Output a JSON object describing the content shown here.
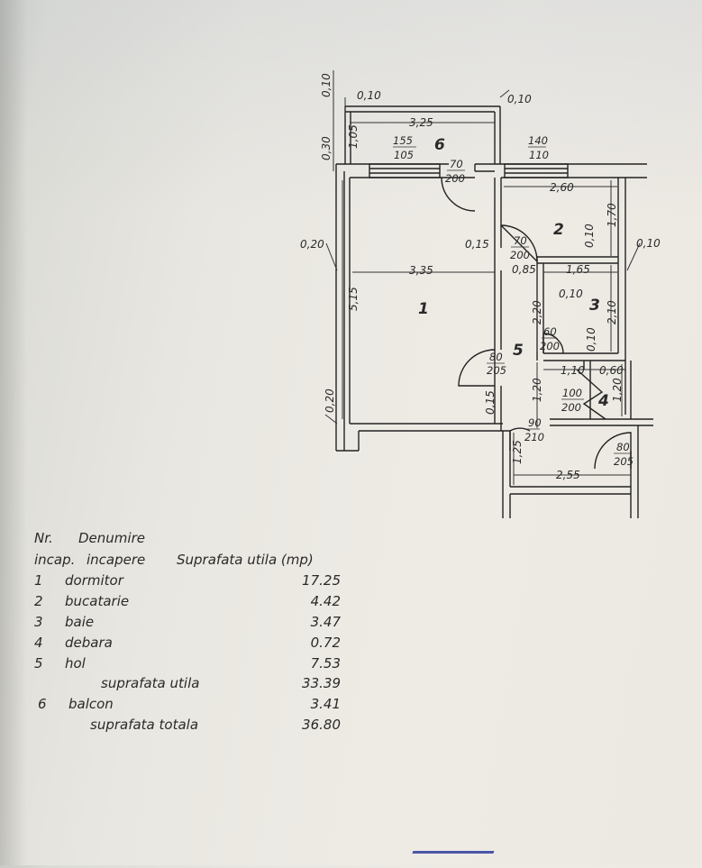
{
  "plan": {
    "room_numbers": [
      "1",
      "2",
      "3",
      "4",
      "5",
      "6"
    ],
    "dimensions": {
      "balcony_top_left": "0,10",
      "balcony_left_post": "0,10",
      "balcony_top_right": "0,10",
      "balcony_width": "3,25",
      "balcony_depth": "1,05",
      "balcony_wall": "0,30",
      "room1_left_wall": "0,20",
      "room1_width": "3,35",
      "room1_length": "5,15",
      "room1_bottom_wall": "0,20",
      "partition_1_5": "0,15",
      "partition_1_5_lower": "0,15",
      "kitchen_width": "2,60",
      "kitchen_depth": "1,70",
      "kitchen_partition": "0,10",
      "right_wall": "0,10",
      "hall_offset": "0,85",
      "bath_width": "1,65",
      "bath_wall_inner": "0,10",
      "bath_length": "2,10",
      "bath_partition": "0,10",
      "hall_length": "2,20",
      "hall_segment": "1,20",
      "storage_width": "1,10",
      "storage_depth": "0,60",
      "storage_length": "1,20",
      "entry_width": "2,55",
      "entry_depth": "1,25"
    },
    "openings": {
      "window_room1": {
        "w": "155",
        "h": "105"
      },
      "window_kitchen": {
        "w": "140",
        "h": "110"
      },
      "door_balcony": {
        "w": "70",
        "h": "200"
      },
      "door_kitchen": {
        "w": "70",
        "h": "200"
      },
      "door_room1": {
        "w": "80",
        "h": "205"
      },
      "door_bath": {
        "w": "60",
        "h": "200"
      },
      "door_storage": {
        "w": "100",
        "h": "200"
      },
      "door_hall": {
        "w": "90",
        "h": "210"
      },
      "door_entry": {
        "w": "80",
        "h": "205"
      }
    }
  },
  "legend": {
    "header": {
      "nr_line1": "Nr.",
      "nr_line2": "incap.",
      "name_line1": "Denumire",
      "name_line2": "incapere",
      "area": "Suprafata utila (mp)"
    },
    "rows": [
      {
        "nr": "1",
        "name": "dormitor",
        "area": "17.25"
      },
      {
        "nr": "2",
        "name": "bucatarie",
        "area": "4.42"
      },
      {
        "nr": "3",
        "name": "baie",
        "area": "3.47"
      },
      {
        "nr": "4",
        "name": "debara",
        "area": "0.72"
      },
      {
        "nr": "5",
        "name": "hol",
        "area": "7.53"
      },
      {
        "nr": "",
        "name": "suprafata utila",
        "area": "33.39"
      },
      {
        "nr": "6",
        "name": "balcon",
        "area": "3.41"
      },
      {
        "nr": "",
        "name": "suprafata totala",
        "area": "36.80"
      }
    ]
  }
}
